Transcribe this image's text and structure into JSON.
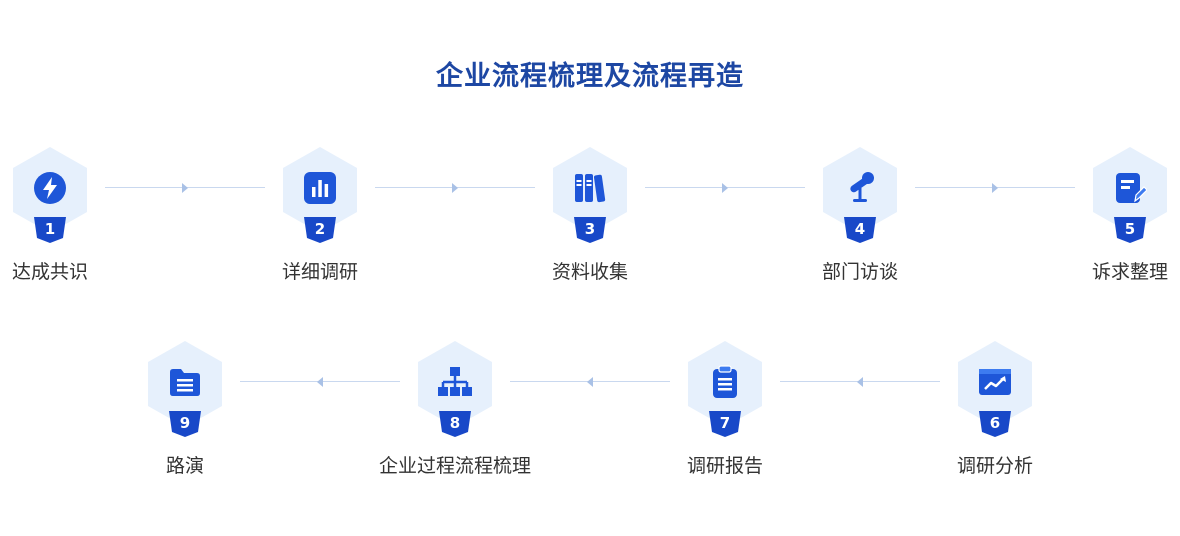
{
  "title": "企业流程梳理及流程再造",
  "colors": {
    "title": "#1d47a3",
    "hex_fill": "#e6f0fc",
    "icon_blue": "#1e56d8",
    "badge_blue": "#1848c8",
    "connector": "#c9d8ef"
  },
  "steps": [
    {
      "number": "1",
      "label": "达成共识",
      "icon": "lightning-icon"
    },
    {
      "number": "2",
      "label": "详细调研",
      "icon": "bar-chart-icon"
    },
    {
      "number": "3",
      "label": "资料收集",
      "icon": "books-icon"
    },
    {
      "number": "4",
      "label": "部门访谈",
      "icon": "microphone-icon"
    },
    {
      "number": "5",
      "label": "诉求整理",
      "icon": "document-edit-icon"
    },
    {
      "number": "6",
      "label": "调研分析",
      "icon": "trend-chart-icon"
    },
    {
      "number": "7",
      "label": "调研报告",
      "icon": "clipboard-icon"
    },
    {
      "number": "8",
      "label": "企业过程流程梳理",
      "icon": "hierarchy-icon"
    },
    {
      "number": "9",
      "label": "路演",
      "icon": "folder-icon"
    }
  ]
}
